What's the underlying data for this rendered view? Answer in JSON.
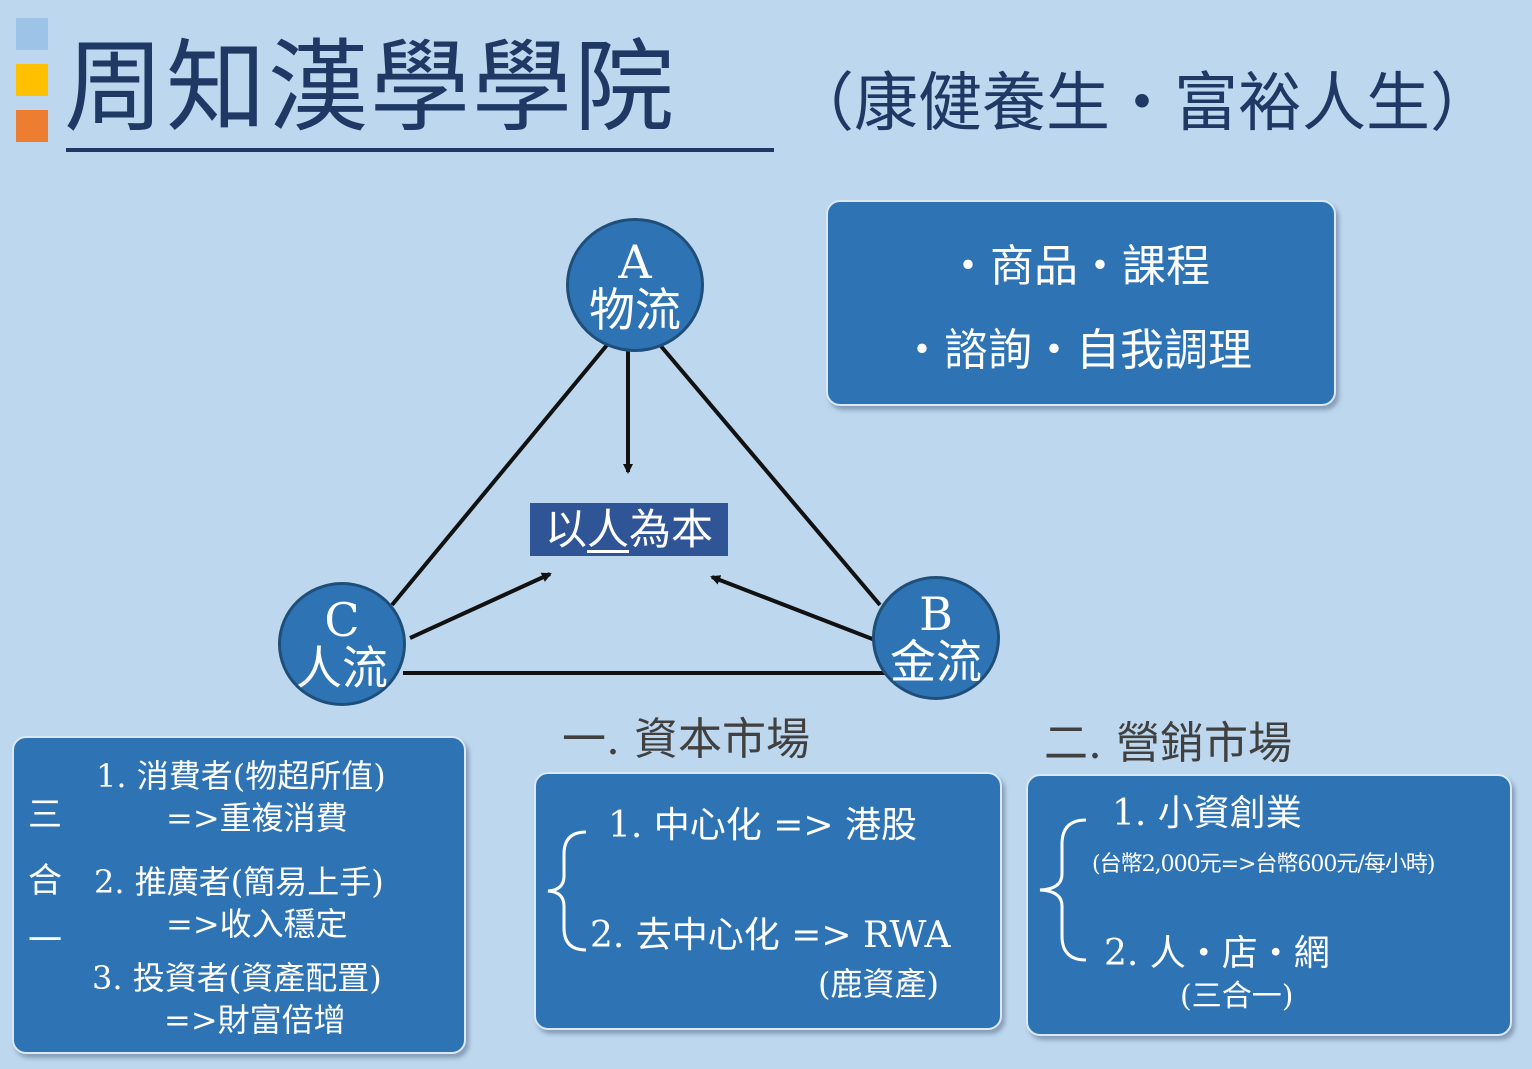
{
  "header": {
    "title": "周知漢學學院",
    "subtitle": "（康健養生・富裕人生）",
    "accent_colors": [
      "#9dc3e6",
      "#ffc000",
      "#ed7d31"
    ]
  },
  "diagram": {
    "node_a": {
      "letter": "A",
      "label": "物流"
    },
    "node_b": {
      "letter": "B",
      "label": "金流"
    },
    "node_c": {
      "letter": "C",
      "label": "人流"
    },
    "center": {
      "before": "以",
      "emph": "人",
      "after": "為本"
    }
  },
  "products_panel": {
    "line1": "・商品・課程",
    "line2": "・諮詢・自我調理"
  },
  "left_panel": {
    "side_chars": [
      "三",
      "合",
      "一"
    ],
    "item1": "1.   消費者(物超所值)",
    "item1_sub": "=>重複消費",
    "item2": "2. 推廣者(簡易上手)",
    "item2_sub": "=>收入穩定",
    "item3": "3. 投資者(資產配置)",
    "item3_sub": "=>財富倍增"
  },
  "capital_market": {
    "heading": "一. 資本市場",
    "item1": "1. 中心化 => 港股",
    "item2": "2. 去中心化 => RWA",
    "item2_sub": "(鹿資產)"
  },
  "marketing_market": {
    "heading": "二. 營銷市場",
    "item1": "1. 小資創業",
    "item1_sub": "(台幣2,000元=>台幣600元/每小時)",
    "item2": "2. 人・店・網",
    "item2_sub": "(三合一)"
  },
  "colors": {
    "background": "#bdd7ee",
    "title": "#1f3864",
    "node_fill": "#2e74b5",
    "center_fill": "#2f5597"
  }
}
